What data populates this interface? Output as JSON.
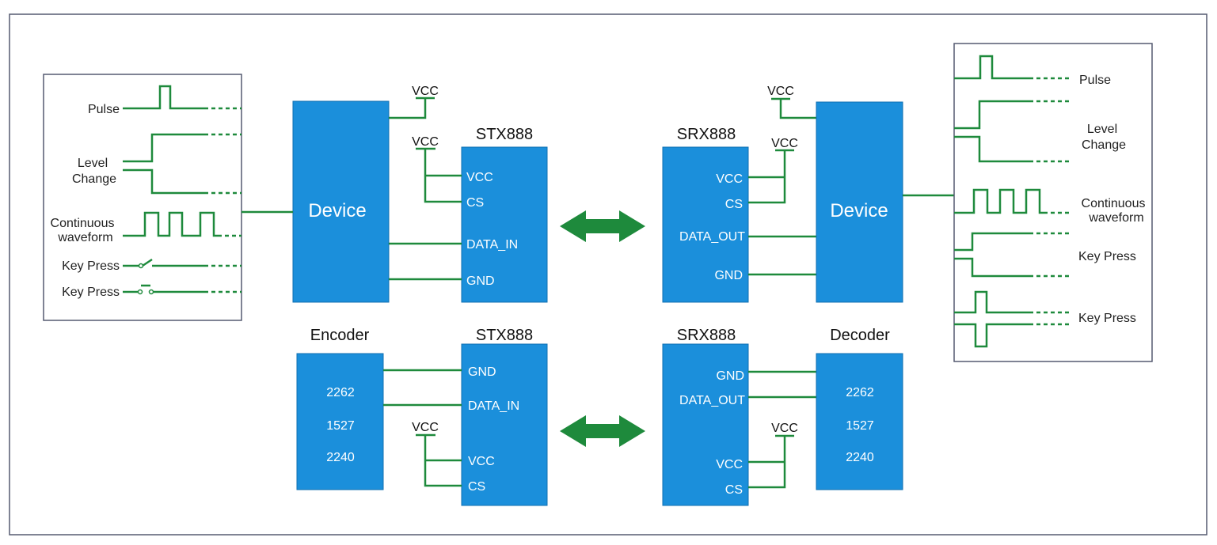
{
  "colors": {
    "block": "#1b8fdb",
    "block_border": "#0f6fb2",
    "wire": "#1e8a3c",
    "arrow": "#1e8a3c",
    "frame": "#555a70"
  },
  "left_signals": {
    "pulse": "Pulse",
    "level_change_line1": "Level",
    "level_change_line2": "Change",
    "continuous_line1": "Continuous",
    "continuous_line2": "waveform",
    "key_press_1": "Key Press",
    "key_press_2": "Key Press"
  },
  "right_signals": {
    "pulse": "Pulse",
    "level_change_line1": "Level",
    "level_change_line2": "Change",
    "continuous_line1": "Continuous",
    "continuous_line2": "waveform",
    "key_press_1": "Key Press",
    "key_press_2": "Key Press"
  },
  "top_row": {
    "left_device": "Device",
    "tx_title": "STX888",
    "tx_pins": {
      "vcc": "VCC",
      "cs": "CS",
      "data": "DATA_IN",
      "gnd": "GND"
    },
    "rx_title": "SRX888",
    "rx_pins": {
      "vcc": "VCC",
      "cs": "CS",
      "data": "DATA_OUT",
      "gnd": "GND"
    },
    "right_device": "Device",
    "vcc_label": "VCC"
  },
  "bottom_row": {
    "encoder_title": "Encoder",
    "encoder_chips": [
      "2262",
      "1527",
      "2240"
    ],
    "tx_title": "STX888",
    "tx_pins": {
      "gnd": "GND",
      "data": "DATA_IN",
      "vcc": "VCC",
      "cs": "CS"
    },
    "rx_title": "SRX888",
    "rx_pins": {
      "gnd": "GND",
      "data": "DATA_OUT",
      "vcc": "VCC",
      "cs": "CS"
    },
    "decoder_title": "Decoder",
    "decoder_chips": [
      "2262",
      "1527",
      "2240"
    ],
    "vcc_label": "VCC"
  }
}
